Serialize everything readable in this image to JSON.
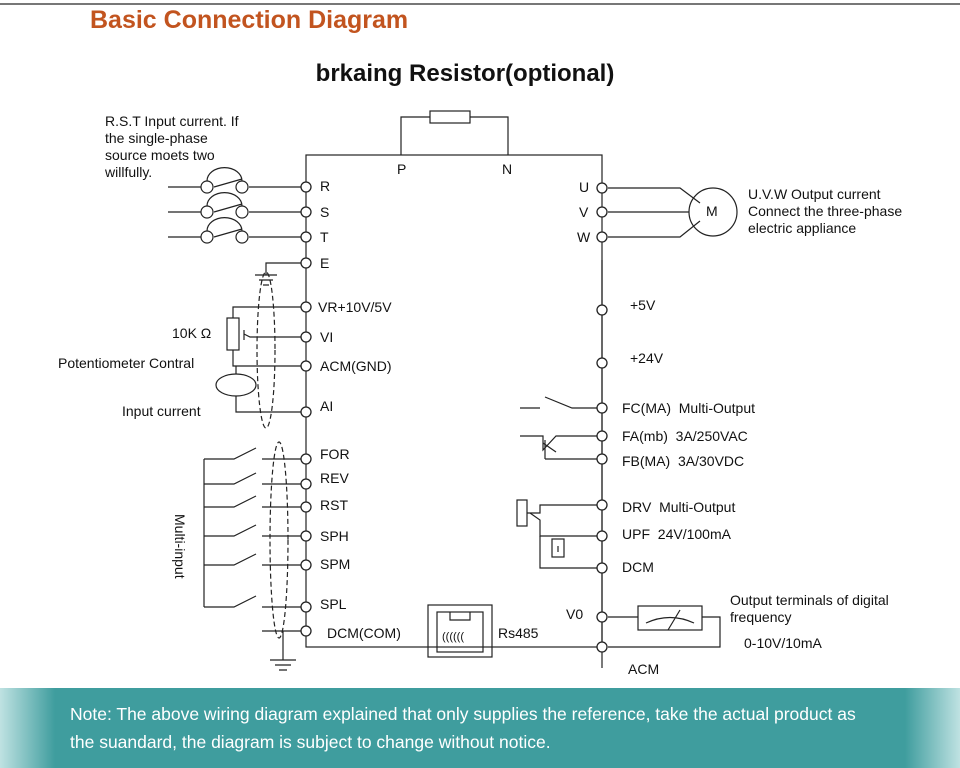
{
  "header": {
    "title": "Basic Connection Diagram",
    "subtitle": "brkaing Resistor(optional)"
  },
  "left_notes": {
    "rst_input": [
      "R.S.T Input current. If",
      "the single-phase",
      "source moets two",
      "willfully."
    ],
    "resistor_value": "10K Ω",
    "potentiometer": "Potentiometer Contral",
    "input_current": "Input current",
    "multi_input": "Multi-input"
  },
  "top_terminals": {
    "p": "P",
    "n": "N"
  },
  "left_terminals": {
    "r": "R",
    "s": "S",
    "t": "T",
    "e": "E",
    "vr": "VR+10V/5V",
    "vi": "VI",
    "acm": "ACM(GND)",
    "ai": "AI",
    "for": "FOR",
    "rev": "REV",
    "rst": "RST",
    "sph": "SPH",
    "spm": "SPM",
    "spl": "SPL",
    "dcm_com": "DCM(COM)"
  },
  "rj45": {
    "label": "Rs485",
    "glyph": "(((((("
  },
  "right_terminals": {
    "u": "U",
    "v": "V",
    "w": "W",
    "p5v": "+5V",
    "p24v": "+24V",
    "fc": "FC(MA)  Multi-Output",
    "fa": "FA(mb)  3A/250VAC",
    "fb": "FB(MA)  3A/30VDC",
    "drv": "DRV  Multi-Output",
    "upf": "UPF  24V/100mA",
    "dcm": "DCM",
    "v0": "V0",
    "acm": "ACM"
  },
  "right_notes": {
    "motor": "M",
    "uvw": [
      "U.V.W Output current",
      "Connect the three-phase",
      "electric appliance"
    ],
    "digital": [
      "Output terminals of digital",
      "frequency"
    ],
    "meter_range": "0-10V/10mA"
  },
  "note": {
    "line1": "Note: The above wiring diagram explained that only supplies the reference, take the actual product as",
    "line2": "the suandard, the diagram is subject to change without notice."
  }
}
